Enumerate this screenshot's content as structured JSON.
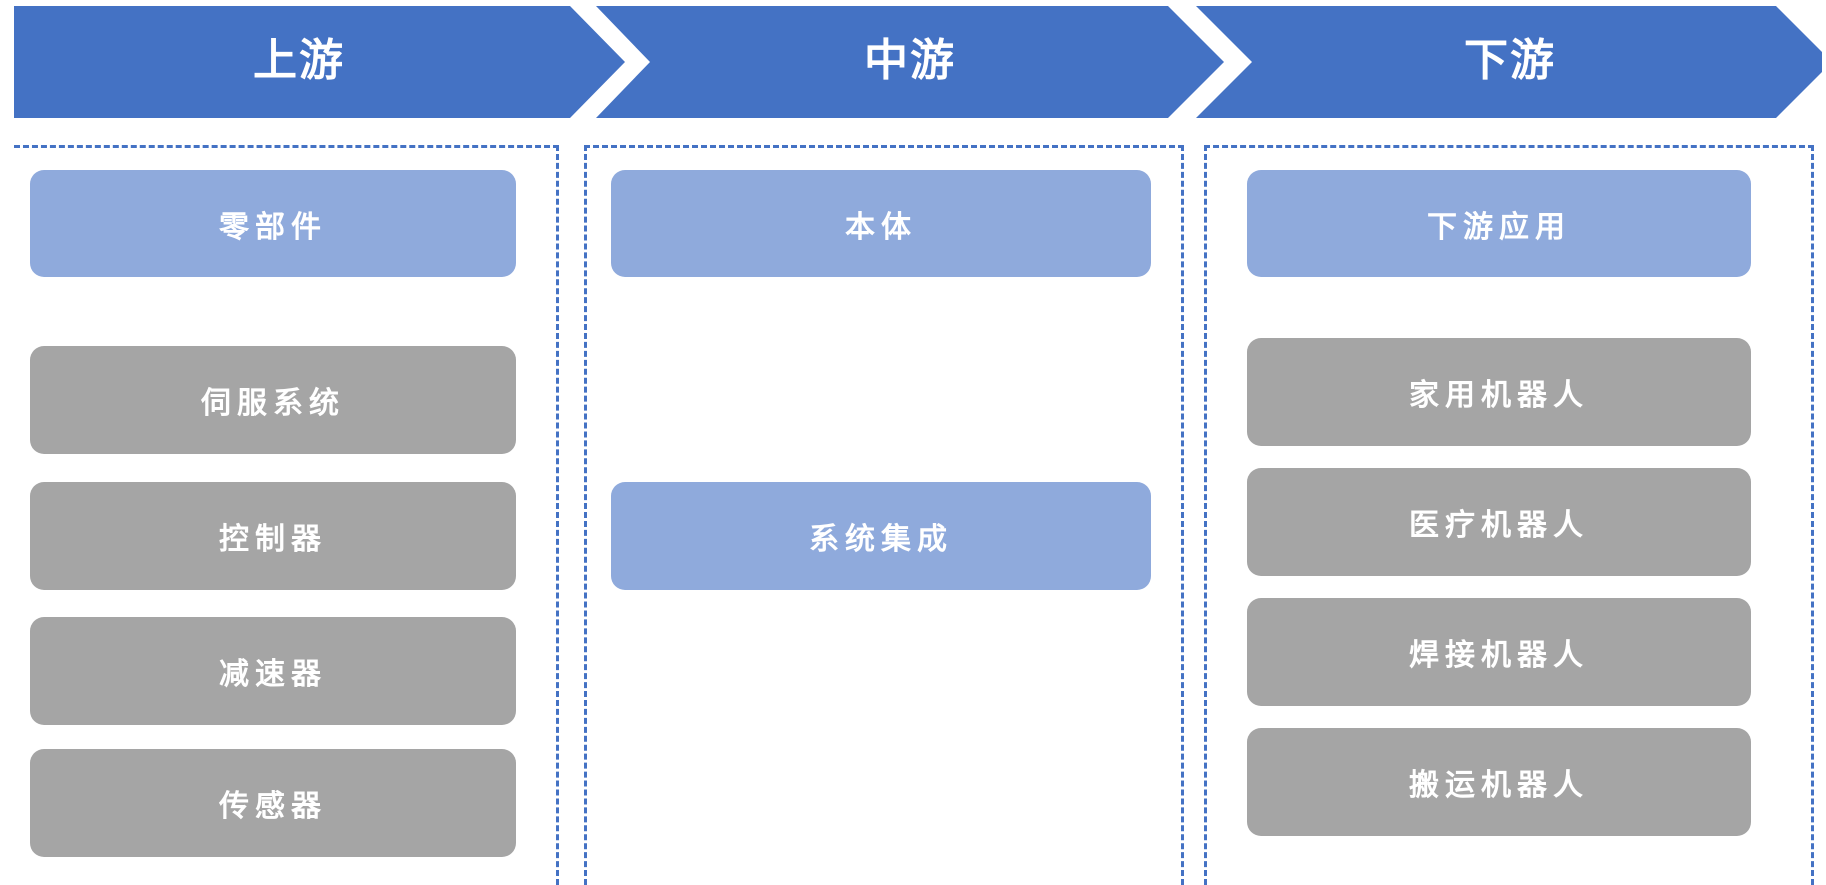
{
  "colors": {
    "header": "#4472c4",
    "category_box": "#8faadc",
    "item_box": "#a5a5a5",
    "frame_dash": "#4472c4"
  },
  "columns": [
    {
      "header": "上游",
      "category": "零部件",
      "items": [
        "伺服系统",
        "控制器",
        "减速器",
        "传感器"
      ]
    },
    {
      "header": "中游",
      "category": "本体",
      "items": [
        "系统集成"
      ]
    },
    {
      "header": "下游",
      "category": "下游应用",
      "items": [
        "家用机器人",
        "医疗机器人",
        "焊接机器人",
        "搬运机器人"
      ]
    }
  ]
}
